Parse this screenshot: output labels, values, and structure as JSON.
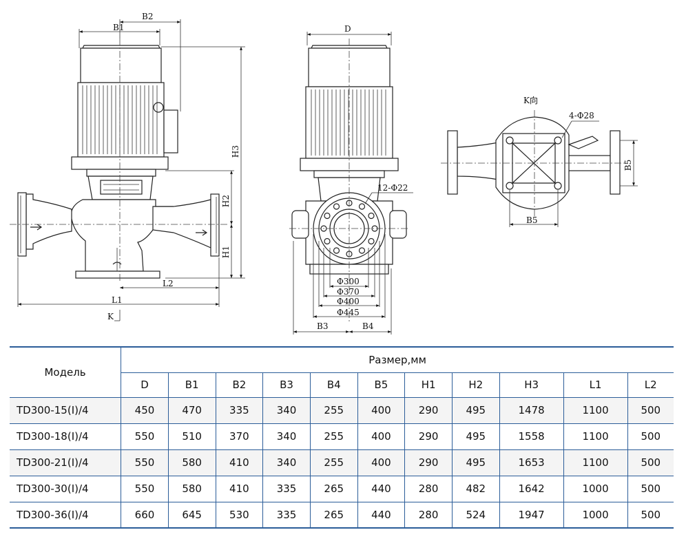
{
  "drawing": {
    "side_view": {
      "dims": [
        "B1",
        "B2",
        "H3",
        "H2",
        "H1",
        "L2",
        "L1",
        "K"
      ]
    },
    "front_view": {
      "dims": [
        "D",
        "12-Φ22",
        "Φ300",
        "Φ370",
        "Φ400",
        "Φ445",
        "B3",
        "B4"
      ]
    },
    "k_view": {
      "title": "K向",
      "bolt_label": "4-Φ28",
      "dims": [
        "B5",
        "B5"
      ]
    }
  },
  "table": {
    "model_header": "Модель",
    "size_header": "Размер,мм",
    "columns": [
      "D",
      "B1",
      "B2",
      "B3",
      "B4",
      "B5",
      "H1",
      "H2",
      "H3",
      "L1",
      "L2"
    ],
    "rows": [
      {
        "model": "TD300-15(I)/4",
        "values": [
          "450",
          "470",
          "335",
          "340",
          "255",
          "400",
          "290",
          "495",
          "1478",
          "1100",
          "500"
        ]
      },
      {
        "model": "TD300-18(I)/4",
        "values": [
          "550",
          "510",
          "370",
          "340",
          "255",
          "400",
          "290",
          "495",
          "1558",
          "1100",
          "500"
        ]
      },
      {
        "model": "TD300-21(I)/4",
        "values": [
          "550",
          "580",
          "410",
          "340",
          "255",
          "400",
          "290",
          "495",
          "1653",
          "1100",
          "500"
        ]
      },
      {
        "model": "TD300-30(I)/4",
        "values": [
          "550",
          "580",
          "410",
          "335",
          "265",
          "440",
          "280",
          "482",
          "1642",
          "1000",
          "500"
        ]
      },
      {
        "model": "TD300-36(I)/4",
        "values": [
          "660",
          "645",
          "530",
          "335",
          "265",
          "440",
          "280",
          "524",
          "1947",
          "1000",
          "500"
        ]
      }
    ]
  },
  "colors": {
    "table_border": "#2a5c98",
    "stripe": "#f4f4f4"
  }
}
